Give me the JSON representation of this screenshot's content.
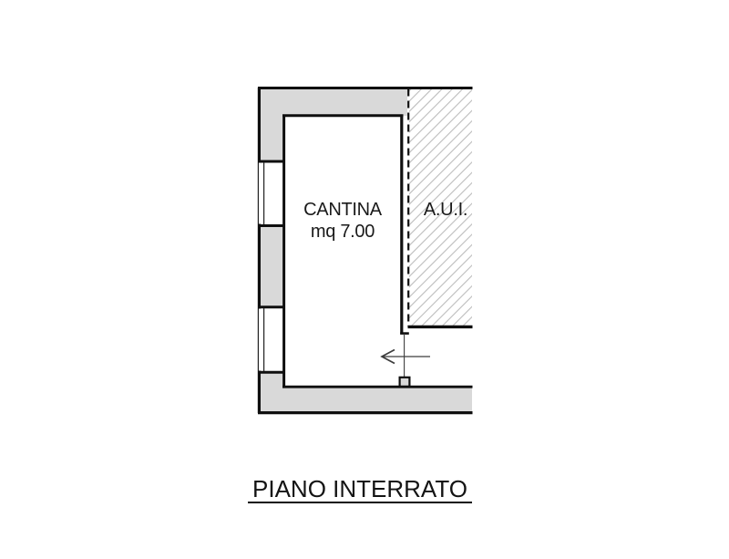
{
  "plan": {
    "title": "PIANO INTERRATO",
    "room": {
      "name": "CANTINA",
      "area": "mq 7.00"
    },
    "adjacent": {
      "name": "A.U.I."
    }
  },
  "icons": {
    "entrance_arrow_icon": "left-arrow"
  },
  "colors": {
    "background": "#ffffff",
    "wall_fill": "#d9d9d9",
    "outline": "#0f0f0f",
    "hatch_line": "#bcbcbc",
    "annotation_line": "#3c3c3c"
  }
}
